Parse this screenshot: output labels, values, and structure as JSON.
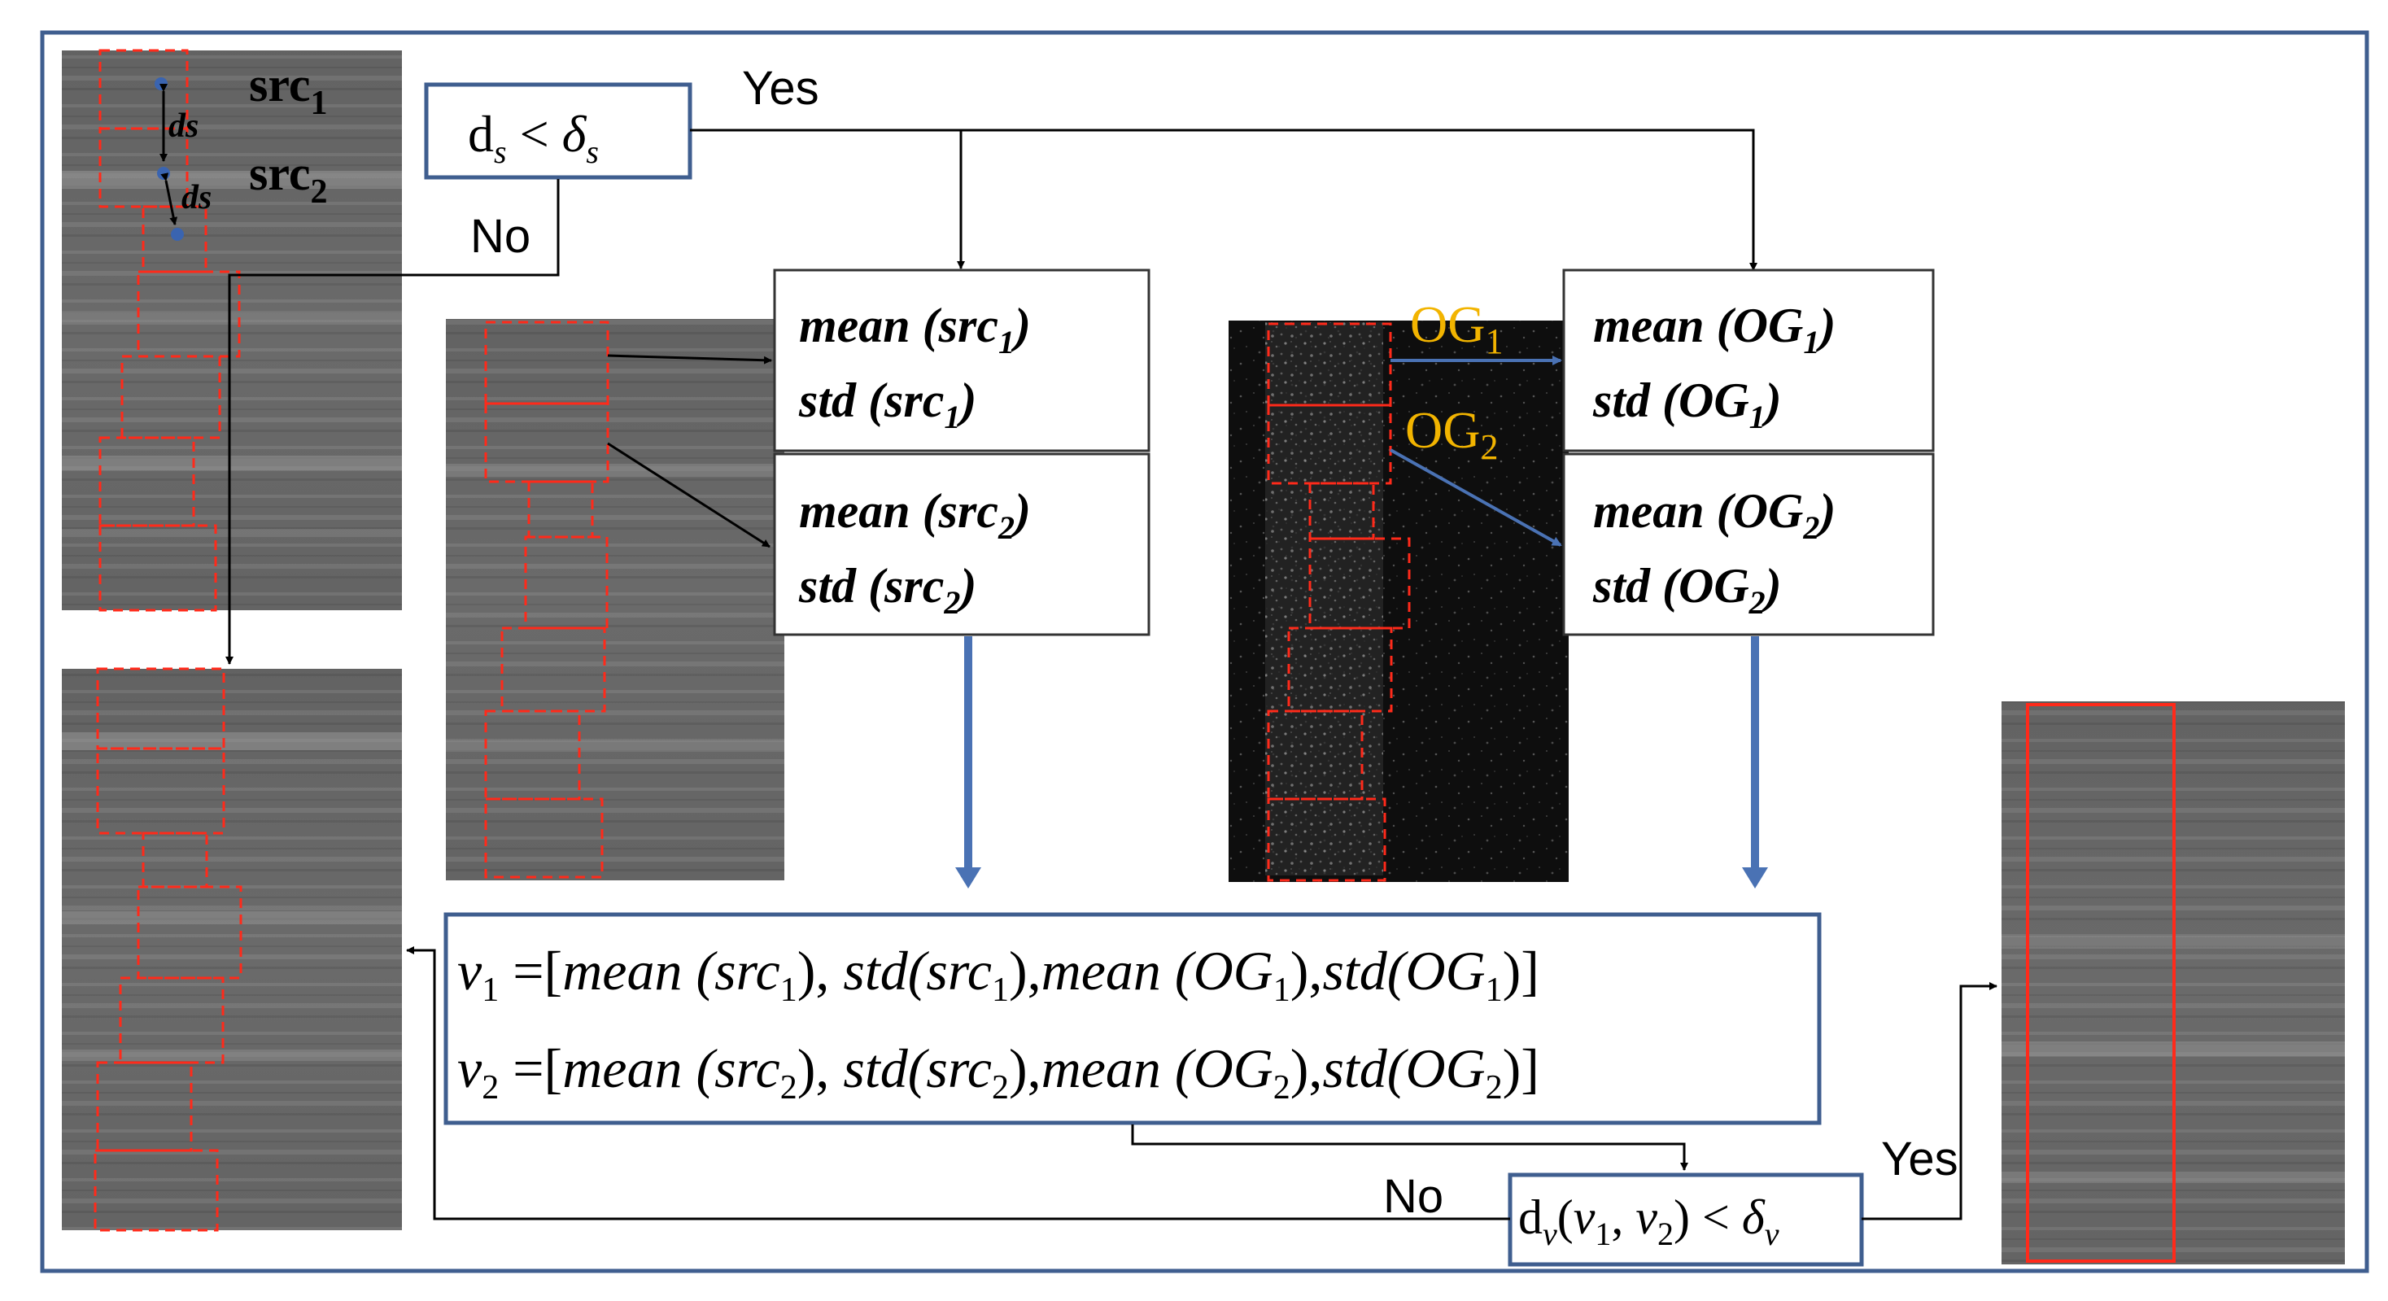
{
  "colors": {
    "frame": "#3f5e8f",
    "box_border": "#3f5e8f",
    "red_dash": "#ff2a1a",
    "og_label": "#f2b400",
    "blue_arrow": "#4a72b4",
    "black_arrow": "#000000"
  },
  "top_left": {
    "src1_base": "src",
    "src1_sub": "1",
    "src2_base": "src",
    "src2_sub": "2",
    "ds_top": "ds",
    "ds_bottom": "ds"
  },
  "cond1": {
    "d": "d",
    "d_sub": "s",
    "lt": " < ",
    "delta": "δ",
    "delta_sub": "s",
    "yes": "Yes",
    "no": "No"
  },
  "src_boxes": [
    {
      "mean_prefix": "mean (src",
      "mean_sub": "1",
      "mean_suffix": ")",
      "std_prefix": "std (src",
      "std_sub": "1",
      "std_suffix": ")"
    },
    {
      "mean_prefix": "mean (src",
      "mean_sub": "2",
      "mean_suffix": ")",
      "std_prefix": "std (src",
      "std_sub": "2",
      "std_suffix": ")"
    }
  ],
  "og_labels": [
    {
      "base": "OG",
      "sub": "1"
    },
    {
      "base": "OG",
      "sub": "2"
    }
  ],
  "og_boxes": [
    {
      "mean_prefix": "mean (OG",
      "mean_sub": "1",
      "mean_suffix": ")",
      "std_prefix": "std (OG",
      "std_sub": "1",
      "std_suffix": ")"
    },
    {
      "mean_prefix": "mean (OG",
      "mean_sub": "2",
      "mean_suffix": ")",
      "std_prefix": "std (OG",
      "std_sub": "2",
      "std_suffix": ")"
    }
  ],
  "vectors": [
    {
      "v": "v",
      "vsub": "1",
      "eq": " =[",
      "a": "mean",
      "b": " (src",
      "bsub": "1",
      "c": "), ",
      "d": "std",
      "e": "(src",
      "esub": "1",
      "f": "),",
      "g": "mean",
      "h": " (OG",
      "hsub": "1",
      "i": "),",
      "j": "std",
      "k": "(OG",
      "ksub": "1",
      "l": ")]"
    },
    {
      "v": "v",
      "vsub": "2",
      "eq": " =[",
      "a": "mean",
      "b": " (src",
      "bsub": "2",
      "c": "), ",
      "d": "std",
      "e": "(src",
      "esub": "2",
      "f": "),",
      "g": "mean",
      "h": " (OG",
      "hsub": "2",
      "i": "),",
      "j": "std",
      "k": "(OG",
      "ksub": "2",
      "l": ")]"
    }
  ],
  "cond2": {
    "d": "d",
    "d_sub": "v",
    "args_open": "(",
    "v1": "v",
    "v1_sub": "1",
    "comma": ", ",
    "v2": "v",
    "v2_sub": "2",
    "args_close": ") < ",
    "delta": "δ",
    "delta_sub": "v",
    "yes": "Yes",
    "no": "No"
  }
}
